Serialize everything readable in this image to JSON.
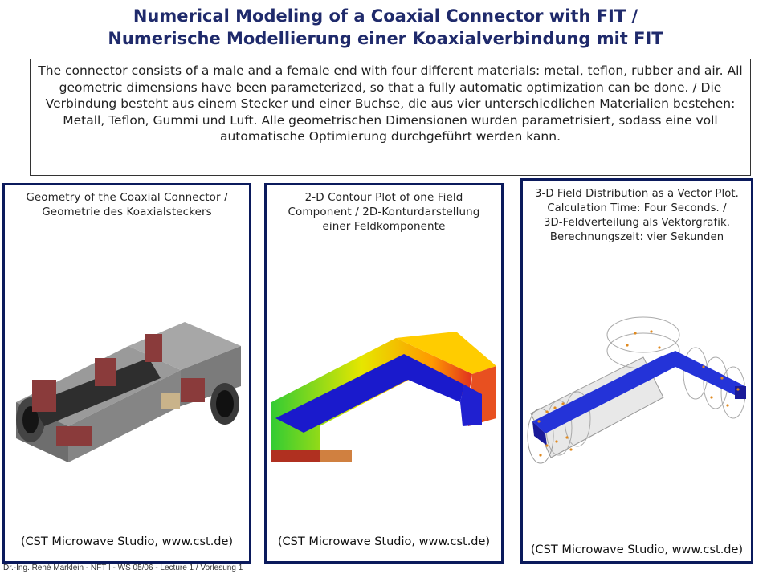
{
  "title": {
    "line1": "Numerical Modeling of a Coaxial Connector with FIT /",
    "line2": "Numerische Modellierung einer Koaxialverbindung mit FIT"
  },
  "description": "The connector consists of a male and a female end with four different materials: metal, teflon, rubber and air. All geometric dimensions have been parameterized, so that a fully automatic optimization can be done. / Die Verbindung besteht aus einem Stecker und einer Buchse, die aus vier unterschiedlichen Materialien bestehen: Metall, Teflon, Gummi und Luft. Alle geometrischen Dimensionen wurden parametrisiert, sodass eine voll automatische Optimierung durchgeführt werden kann.",
  "panels": [
    {
      "caption_l1": "Geometry of the Coaxial Connector /",
      "caption_l2": "Geometrie des Koaxialsteckers",
      "caption_l3": "",
      "caption_l4": "",
      "credit": "(CST Microwave Studio, www.cst.de)"
    },
    {
      "caption_l1": "2-D Contour Plot of one Field",
      "caption_l2": "Component / 2D-Konturdarstellung",
      "caption_l3": "einer Feldkomponente",
      "caption_l4": "",
      "credit": "(CST Microwave Studio, www.cst.de)"
    },
    {
      "caption_l1": "3-D Field Distribution as a Vector Plot.",
      "caption_l2": "Calculation Time: Four Seconds. /",
      "caption_l3": "3D-Feldverteilung als Vektorgrafik.",
      "caption_l4": "Berechnungszeit: vier Sekunden",
      "credit": "(CST Microwave Studio, www.cst.de)"
    }
  ],
  "footer": "Dr.-Ing. René Marklein - NFT I - WS 05/06 - Lecture 1 / Vorlesung 1"
}
